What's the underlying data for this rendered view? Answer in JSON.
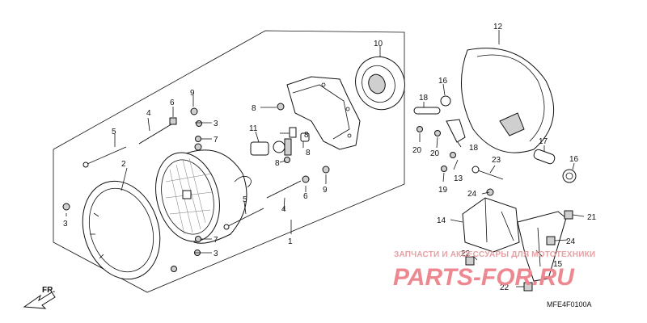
{
  "labels": {
    "l1": "1",
    "l2": "2",
    "l3a": "3",
    "l3b": "3",
    "l3c": "3",
    "l4a": "4",
    "l4b": "4",
    "l5a": "5",
    "l5b": "5",
    "l6a": "6",
    "l6b": "6",
    "l7a": "7",
    "l7b": "7",
    "l8a": "8",
    "l8b": "8",
    "l8c": "8",
    "l8d": "8",
    "l9a": "9",
    "l9b": "9",
    "l10": "10",
    "l11": "11",
    "l12": "12",
    "l13": "13",
    "l14": "14",
    "l15": "15",
    "l16a": "16",
    "l16b": "16",
    "l17": "17",
    "l18a": "18",
    "l18b": "18",
    "l19": "19",
    "l20a": "20",
    "l20b": "20",
    "l21": "21",
    "l22a": "22",
    "l22b": "22",
    "l23": "23",
    "l24a": "24",
    "l24b": "24"
  },
  "front_marker": "FR.",
  "diagram_code": "MFE4F0100A",
  "watermark": {
    "line1": "ЗАПЧАСТИ И АКСЕССУАРЫ ДЛЯ МОТОТЕХНИКИ",
    "line2": "PARTS-FOR.RU"
  }
}
